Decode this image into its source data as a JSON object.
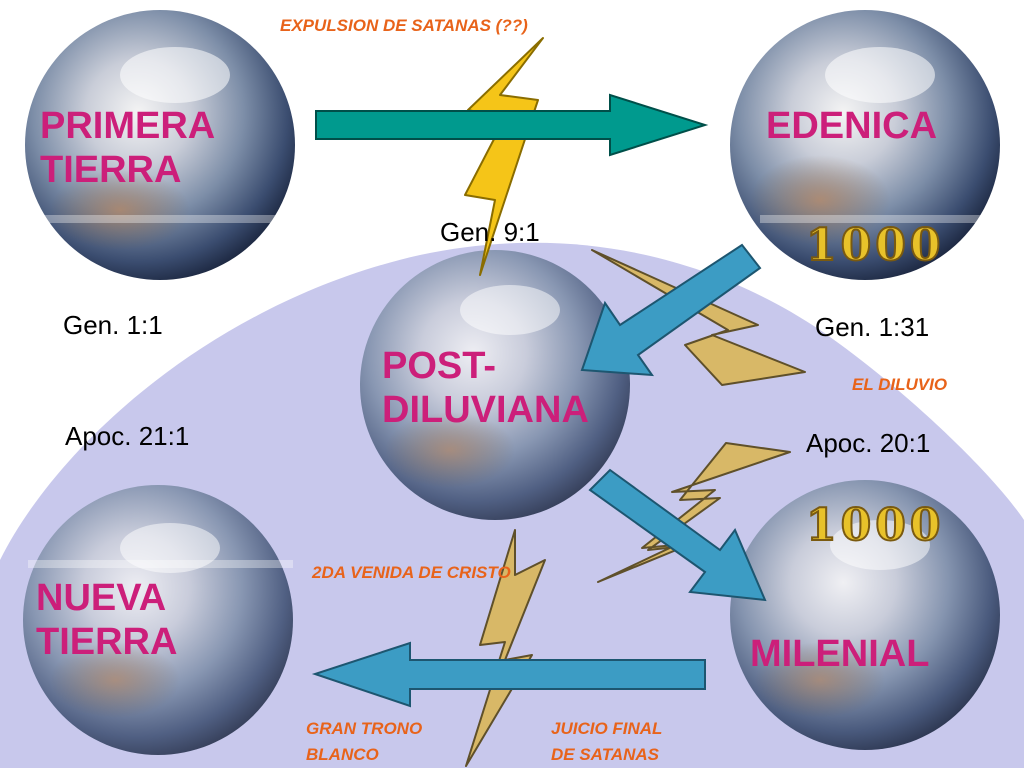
{
  "annotations": {
    "expulsion": "EXPULSION DE SATANAS (??)",
    "diluvio": "EL DILUVIO",
    "segunda_venida": "2DA VENIDA DE CRISTO",
    "gran_trono": [
      "GRAN TRONO",
      "BLANCO"
    ],
    "juicio_final": [
      "JUICIO FINAL",
      "DE SATANAS"
    ]
  },
  "references": {
    "gen_1_1": "Gen. 1:1",
    "gen_1_31": "Gen. 1:31",
    "gen_9_1": "Gen. 9:1",
    "apoc_21_1": "Apoc. 21:1",
    "apoc_20_1": "Apoc. 20:1"
  },
  "earths": {
    "primera": [
      "PRIMERA",
      "TIERRA"
    ],
    "edenica": [
      "EDENICA"
    ],
    "post_diluviana": [
      "POST-",
      "DILUVIANA"
    ],
    "nueva": [
      "NUEVA",
      "TIERRA"
    ],
    "milenial": [
      "MILENIAL"
    ]
  },
  "thousand_badges": {
    "edenica": "1000",
    "milenial": "1000"
  },
  "colors": {
    "dome": "#c8c8ec",
    "arrow_teal": "#009a8e",
    "arrow_blue": "#3c9cc4",
    "lightning_dark": "#f5c518",
    "lightning_light": "#d9b860",
    "label_magenta": "#cc1f7a",
    "annotation_orange": "#e8631a"
  }
}
